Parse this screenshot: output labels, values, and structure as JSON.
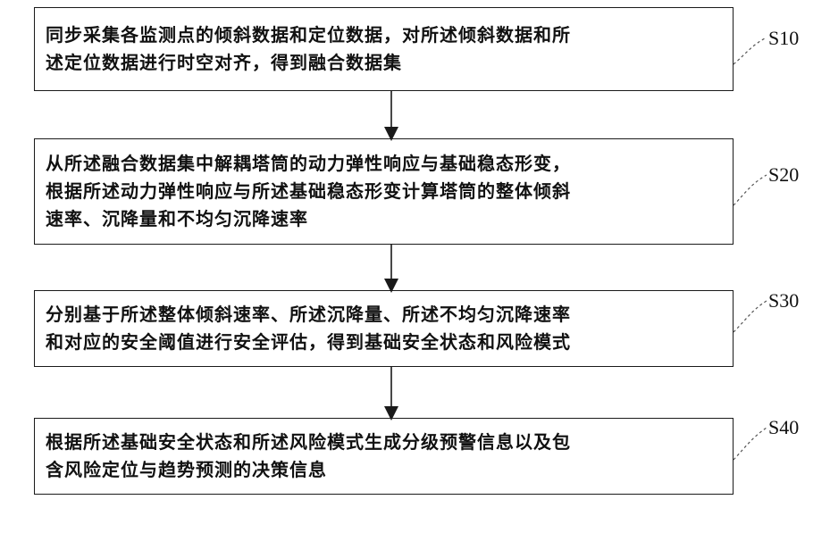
{
  "steps": [
    {
      "label": "S10",
      "lines": [
        "同步采集各监测点的倾斜数据和定位数据，对所述倾斜数据和所",
        "述定位数据进行时空对齐，得到融合数据集"
      ]
    },
    {
      "label": "S20",
      "lines": [
        "从所述融合数据集中解耦塔筒的动力弹性响应与基础稳态形变，",
        "根据所述动力弹性响应与所述基础稳态形变计算塔筒的整体倾斜",
        "速率、沉降量和不均匀沉降速率"
      ]
    },
    {
      "label": "S30",
      "lines": [
        "分别基于所述整体倾斜速率、所述沉降量、所述不均匀沉降速率",
        "和对应的安全阈值进行安全评估，得到基础安全状态和风险模式"
      ]
    },
    {
      "label": "S40",
      "lines": [
        "根据所述基础安全状态和所述风险模式生成分级预警信息以及包",
        "含风险定位与趋势预测的决策信息"
      ]
    }
  ]
}
